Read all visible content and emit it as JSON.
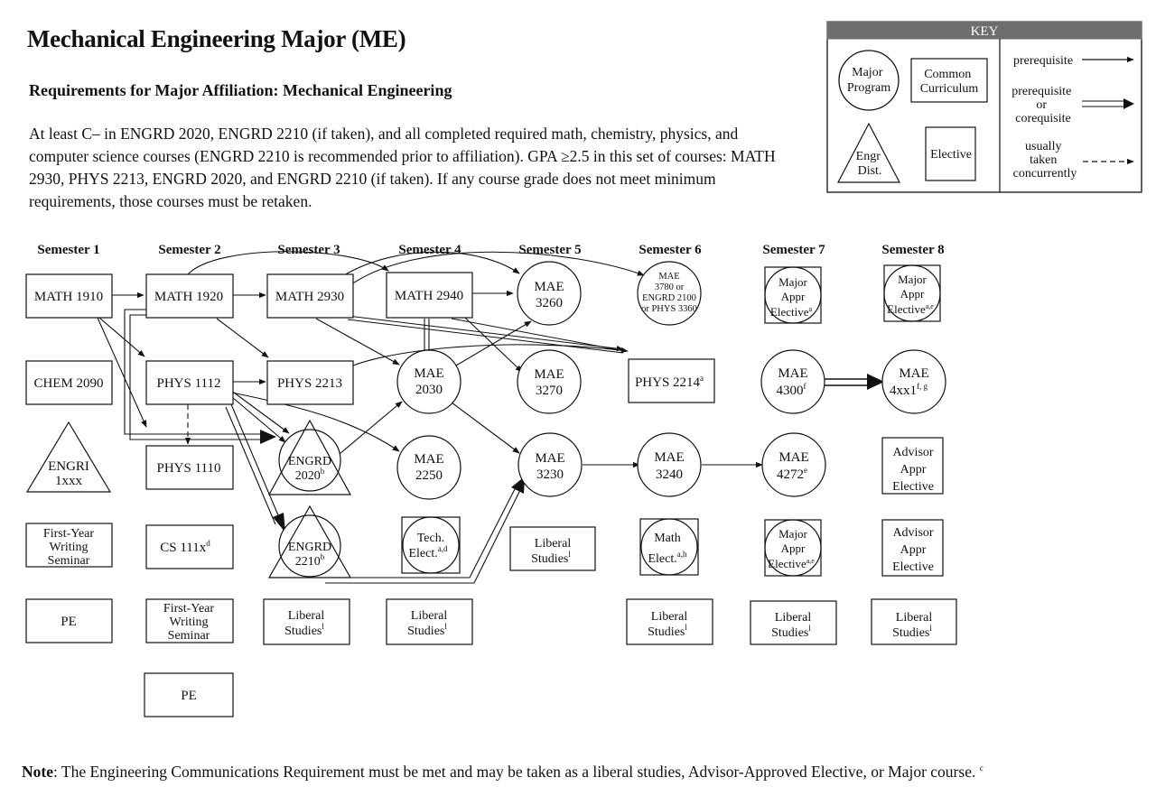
{
  "title": "Mechanical Engineering Major (ME)",
  "subtitle": "Requirements for Major Affiliation:  Mechanical Engineering",
  "requirements_text": "At least C– in ENGRD 2020, ENGRD 2210 (if taken), and all completed required math, chemistry, physics, and computer science courses (ENGRD 2210 is recommended prior to affiliation). GPA ≥2.5 in this set of courses: MATH 2930, PHYS 2213, ENGRD 2020, and ENGRD 2210 (if taken). If any course grade does not meet minimum requirements, those courses must be retaken.",
  "note": {
    "label": "Note",
    "text": ": The Engineering Communications Requirement must be met and may be taken as a liberal studies, Advisor-Approved Elective, or Major course.",
    "sup": "c"
  },
  "key": {
    "header": "KEY",
    "major_program": [
      "Major",
      "Program"
    ],
    "common_curriculum": [
      "Common",
      "Curriculum"
    ],
    "engr_dist": [
      "Engr",
      "Dist."
    ],
    "elective": "Elective",
    "prerequisite": "prerequisite",
    "prereq_or_coreq": [
      "prerequisite",
      "or",
      "corequisite"
    ],
    "usually_concurrent": [
      "usually",
      "taken",
      "concurrently"
    ]
  },
  "semesters": [
    "Semester 1",
    "Semester 2",
    "Semester 3",
    "Semester 4",
    "Semester 5",
    "Semester 6",
    "Semester 7",
    "Semester 8"
  ],
  "courses": {
    "math1910": "MATH 1910",
    "chem2090": "CHEM 2090",
    "engri": [
      "ENGRI",
      "1xxx"
    ],
    "fws1": [
      "First-Year",
      "Writing",
      "Seminar"
    ],
    "pe1": "PE",
    "math1920": "MATH 1920",
    "phys1112": "PHYS 1112",
    "phys1110": "PHYS 1110",
    "cs111x": "CS 111x",
    "cs111x_sup": "d",
    "fws2": [
      "First-Year",
      "Writing",
      "Seminar"
    ],
    "pe2": "PE",
    "math2930": "MATH 2930",
    "phys2213": "PHYS 2213",
    "engrd2020": [
      "ENGRD",
      "2020"
    ],
    "engrd2020_sup": "b",
    "engrd2210": [
      "ENGRD",
      "2210"
    ],
    "engrd2210_sup": "b",
    "ls3": [
      "Liberal",
      "Studies"
    ],
    "math2940": "MATH 2940",
    "mae2030": [
      "MAE",
      "2030"
    ],
    "mae2250": [
      "MAE",
      "2250"
    ],
    "tech_elect": [
      "Tech.",
      "Elect."
    ],
    "tech_elect_sup": "a,d",
    "ls4": [
      "Liberal",
      "Studies"
    ],
    "mae3260": [
      "MAE",
      "3260"
    ],
    "mae3270": [
      "MAE",
      "3270"
    ],
    "mae3230": [
      "MAE",
      "3230"
    ],
    "ls5": [
      "Liberal",
      "Studies"
    ],
    "mae3780": [
      "MAE",
      "3780 or",
      "ENGRD 2100",
      "or PHYS 3360"
    ],
    "phys2214": "PHYS 2214",
    "phys2214_sup": "a",
    "mae3240": [
      "MAE",
      "3240"
    ],
    "math_elect": [
      "Math",
      "Elect."
    ],
    "math_elect_sup": "a,h",
    "ls6": [
      "Liberal",
      "Studies"
    ],
    "major_elect7a": [
      "Major",
      "Appr",
      "Elective"
    ],
    "major_elect7a_sup": "a",
    "mae4300": [
      "MAE",
      "4300"
    ],
    "mae4300_sup": "f",
    "mae4272": [
      "MAE",
      "4272"
    ],
    "mae4272_sup": "e",
    "major_elect7b": [
      "Major",
      "Appr",
      "Elective"
    ],
    "major_elect7b_sup": "a,e",
    "ls7": [
      "Liberal",
      "Studies"
    ],
    "major_elect8": [
      "Major",
      "Appr",
      "Elective"
    ],
    "major_elect8_sup": "a,e",
    "mae4xx1": [
      "MAE",
      "4xx1"
    ],
    "mae4xx1_sup": "f, g",
    "adv_elect8a": [
      "Advisor",
      "Appr",
      "Elective"
    ],
    "adv_elect8b": [
      "Advisor",
      "Appr",
      "Elective"
    ],
    "ls8": [
      "Liberal",
      "Studies"
    ],
    "ls_sup": "l"
  }
}
